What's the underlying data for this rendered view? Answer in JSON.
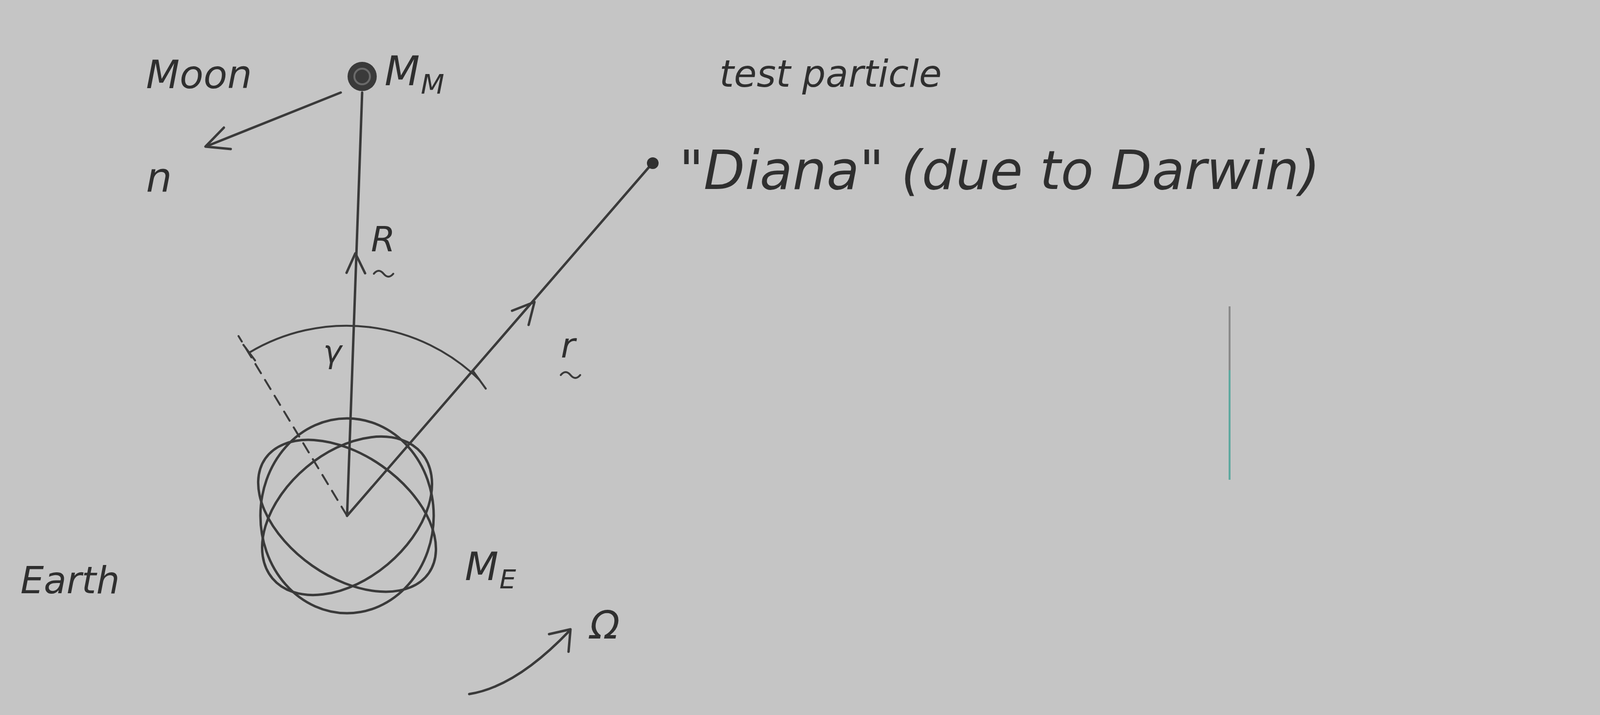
{
  "diagram": {
    "labels": [
      "Moon",
      "M",
      "M",
      "n",
      "R",
      "γ",
      "test particle",
      "r",
      "\"Diana\" (due to Darwin)",
      "Earth",
      "M",
      "E",
      "Ω"
    ]
  }
}
